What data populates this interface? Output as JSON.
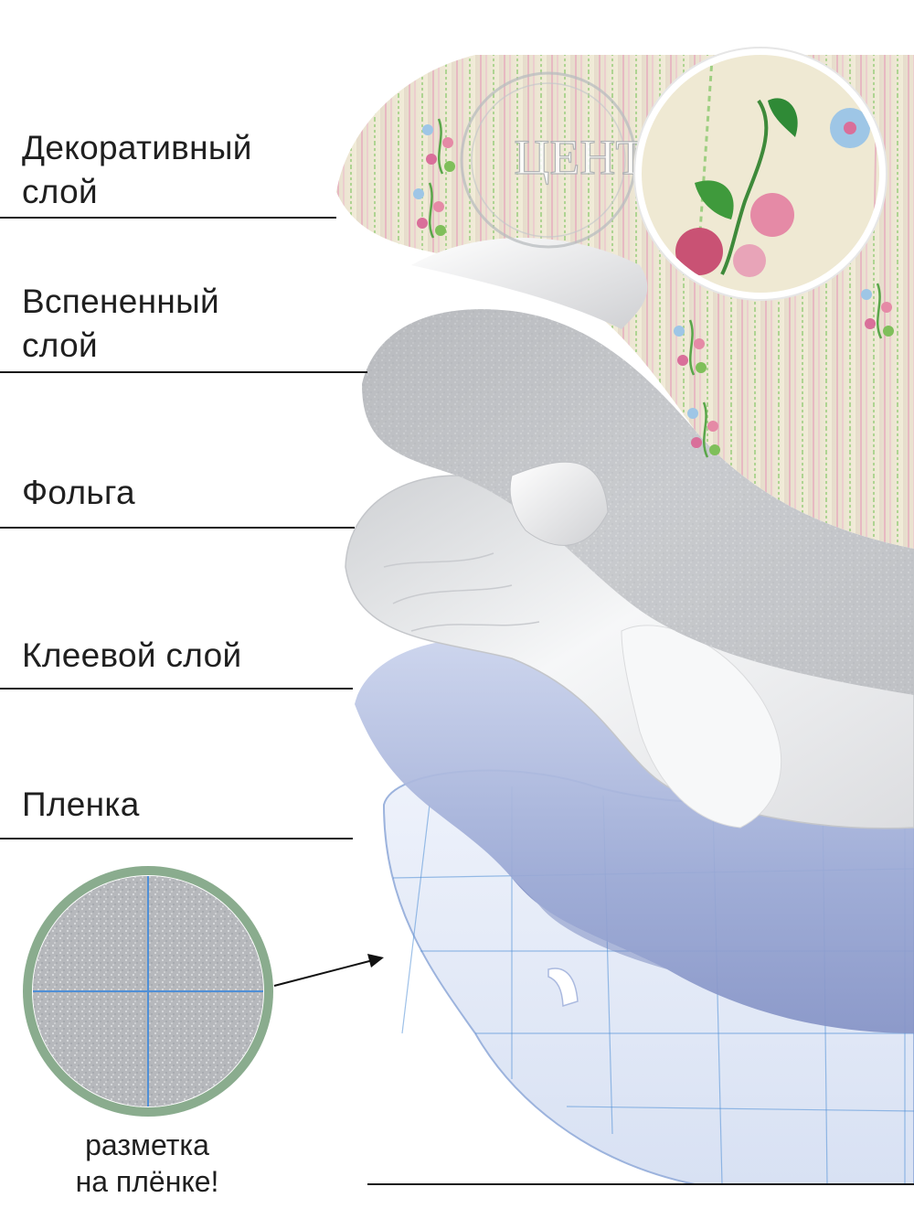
{
  "brand": {
    "watermark": "ЦЕНТУРИОН",
    "colors": {
      "callout_ring": "#8aac8e",
      "grid_line": "#4f8fd6",
      "film_blue": "#8e9dcc"
    }
  },
  "layers": [
    {
      "label_lines": [
        "Декоративный",
        "слой"
      ]
    },
    {
      "label_lines": [
        "Вспененный",
        "слой"
      ]
    },
    {
      "label_lines": [
        "Фольга"
      ]
    },
    {
      "label_lines": [
        "Клеевой слой"
      ]
    },
    {
      "label_lines": [
        "Пленка"
      ]
    }
  ],
  "callout": {
    "lines": [
      "разметка",
      "на плёнке!"
    ]
  }
}
